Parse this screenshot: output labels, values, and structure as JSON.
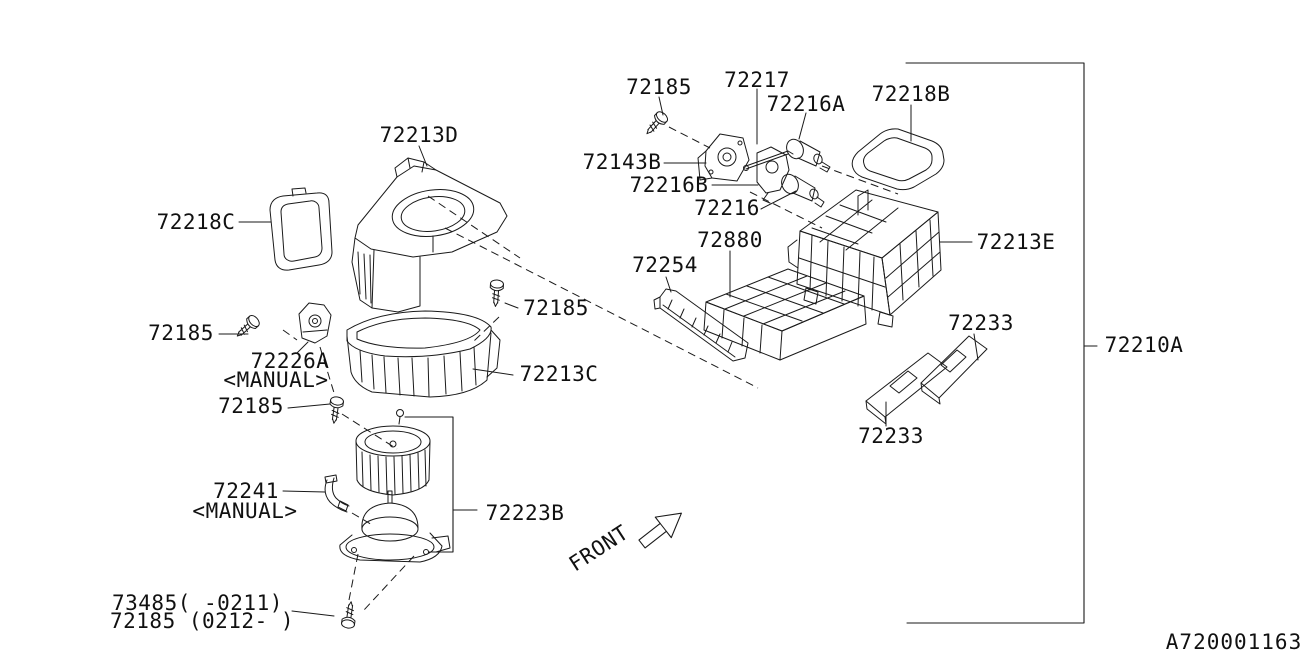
{
  "colors": {
    "background": "#ffffff",
    "line": "#1a1a1a"
  },
  "diagram": {
    "doc_id": "A720001163",
    "front_label": "FRONT",
    "callouts": [
      {
        "part": "72185",
        "text": "72185"
      },
      {
        "part": "72217",
        "text": "72217"
      },
      {
        "part": "72216A",
        "text": "72216A"
      },
      {
        "part": "72218B",
        "text": "72218B"
      },
      {
        "part": "72213D",
        "text": "72213D"
      },
      {
        "part": "72218C",
        "text": "72218C"
      },
      {
        "part": "72143B",
        "text": "72143B"
      },
      {
        "part": "72216B",
        "text": "72216B"
      },
      {
        "part": "72216",
        "text": "72216"
      },
      {
        "part": "72880",
        "text": "72880"
      },
      {
        "part": "72213E",
        "text": "72213E"
      },
      {
        "part": "72254",
        "text": "72254"
      },
      {
        "part": "72185",
        "text": "72185"
      },
      {
        "part": "72226A",
        "text": "72226A"
      },
      {
        "part": "72226A-trim",
        "text": "<MANUAL>"
      },
      {
        "part": "72185",
        "text": "72185"
      },
      {
        "part": "72185",
        "text": "72185"
      },
      {
        "part": "72213C",
        "text": "72213C"
      },
      {
        "part": "72233",
        "text": "72233"
      },
      {
        "part": "72233",
        "text": "72233"
      },
      {
        "part": "72210A",
        "text": "72210A"
      },
      {
        "part": "72241",
        "text": "72241"
      },
      {
        "part": "72241-trim",
        "text": "<MANUAL>"
      },
      {
        "part": "72223B",
        "text": "72223B"
      },
      {
        "part": "73485",
        "text": "73485(  -0211)"
      },
      {
        "part": "72185",
        "text": "72185 (0212-  )"
      }
    ]
  }
}
